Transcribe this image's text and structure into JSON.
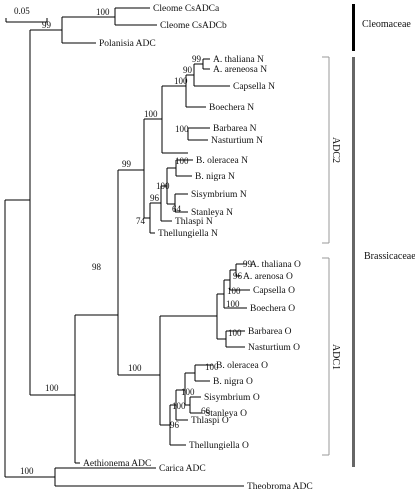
{
  "scale_bar": {
    "label": "0.05"
  },
  "groups": {
    "cleomaceae": "Cleomaceae",
    "brassicaceae": "Brassicaceae",
    "adc2": "ADC2",
    "adc1": "ADC1"
  },
  "colors": {
    "branch": "#000000",
    "bracket_cleomaceae": "#000000",
    "bracket_brassicaceae": "#666666",
    "bracket_adc": "#999999"
  },
  "leaves": [
    "Cleome CsADCa",
    "Cleome CsADCb",
    "Polanisia ADC",
    "A. thaliana N",
    "A. areneosa N",
    "Capsella N",
    "Boechera N",
    "Barbarea N",
    "Nasturtium N",
    "B. oleracea N",
    "B. nigra N",
    "Sisymbrium N",
    "Stanleya N",
    "Thlaspi N",
    "Thellungiella N",
    "A. thaliana O",
    "A. arenosa O",
    "Capsella O",
    "Boechera O",
    "Barbarea O",
    "Nasturtium O",
    "B. oleracea O",
    "B. nigra O",
    "Sisymbrium O",
    "Stanleya O",
    "Thlaspi O",
    "Thellungiella O",
    "Aethionema ADC",
    "Carica ADC",
    "Theobroma ADC"
  ],
  "bootstrap": {
    "cleome_pair": "100",
    "cleomaceae": "99",
    "thaliana_arenosa_n": "99",
    "capsella_n": "90",
    "boechera_n": "100",
    "barbarea_nasturtium_n": "100",
    "crucifer_n_a": "100",
    "brassica_n": "100",
    "sisymbrium_stanleya_n": "64",
    "brassica_sisymbrium_n": "100",
    "thlaspi_n": "96",
    "thellungiella_n": "74",
    "adc2": "99",
    "adc_split": "98",
    "thaliana_arenosa_o": "99",
    "capsella_o": "96",
    "boechera_o": "100",
    "crucifer_o_a": "100",
    "barbarea_nasturtium_o": "100",
    "brassica_o": "100",
    "sisymbrium_stanleya_o": "66",
    "brassica_sisymbrium_o": "100",
    "thlaspi_o": "100",
    "thellungiella_o": "96",
    "adc1": "100",
    "brassicaceae": "100",
    "carica_theobroma": "100"
  }
}
